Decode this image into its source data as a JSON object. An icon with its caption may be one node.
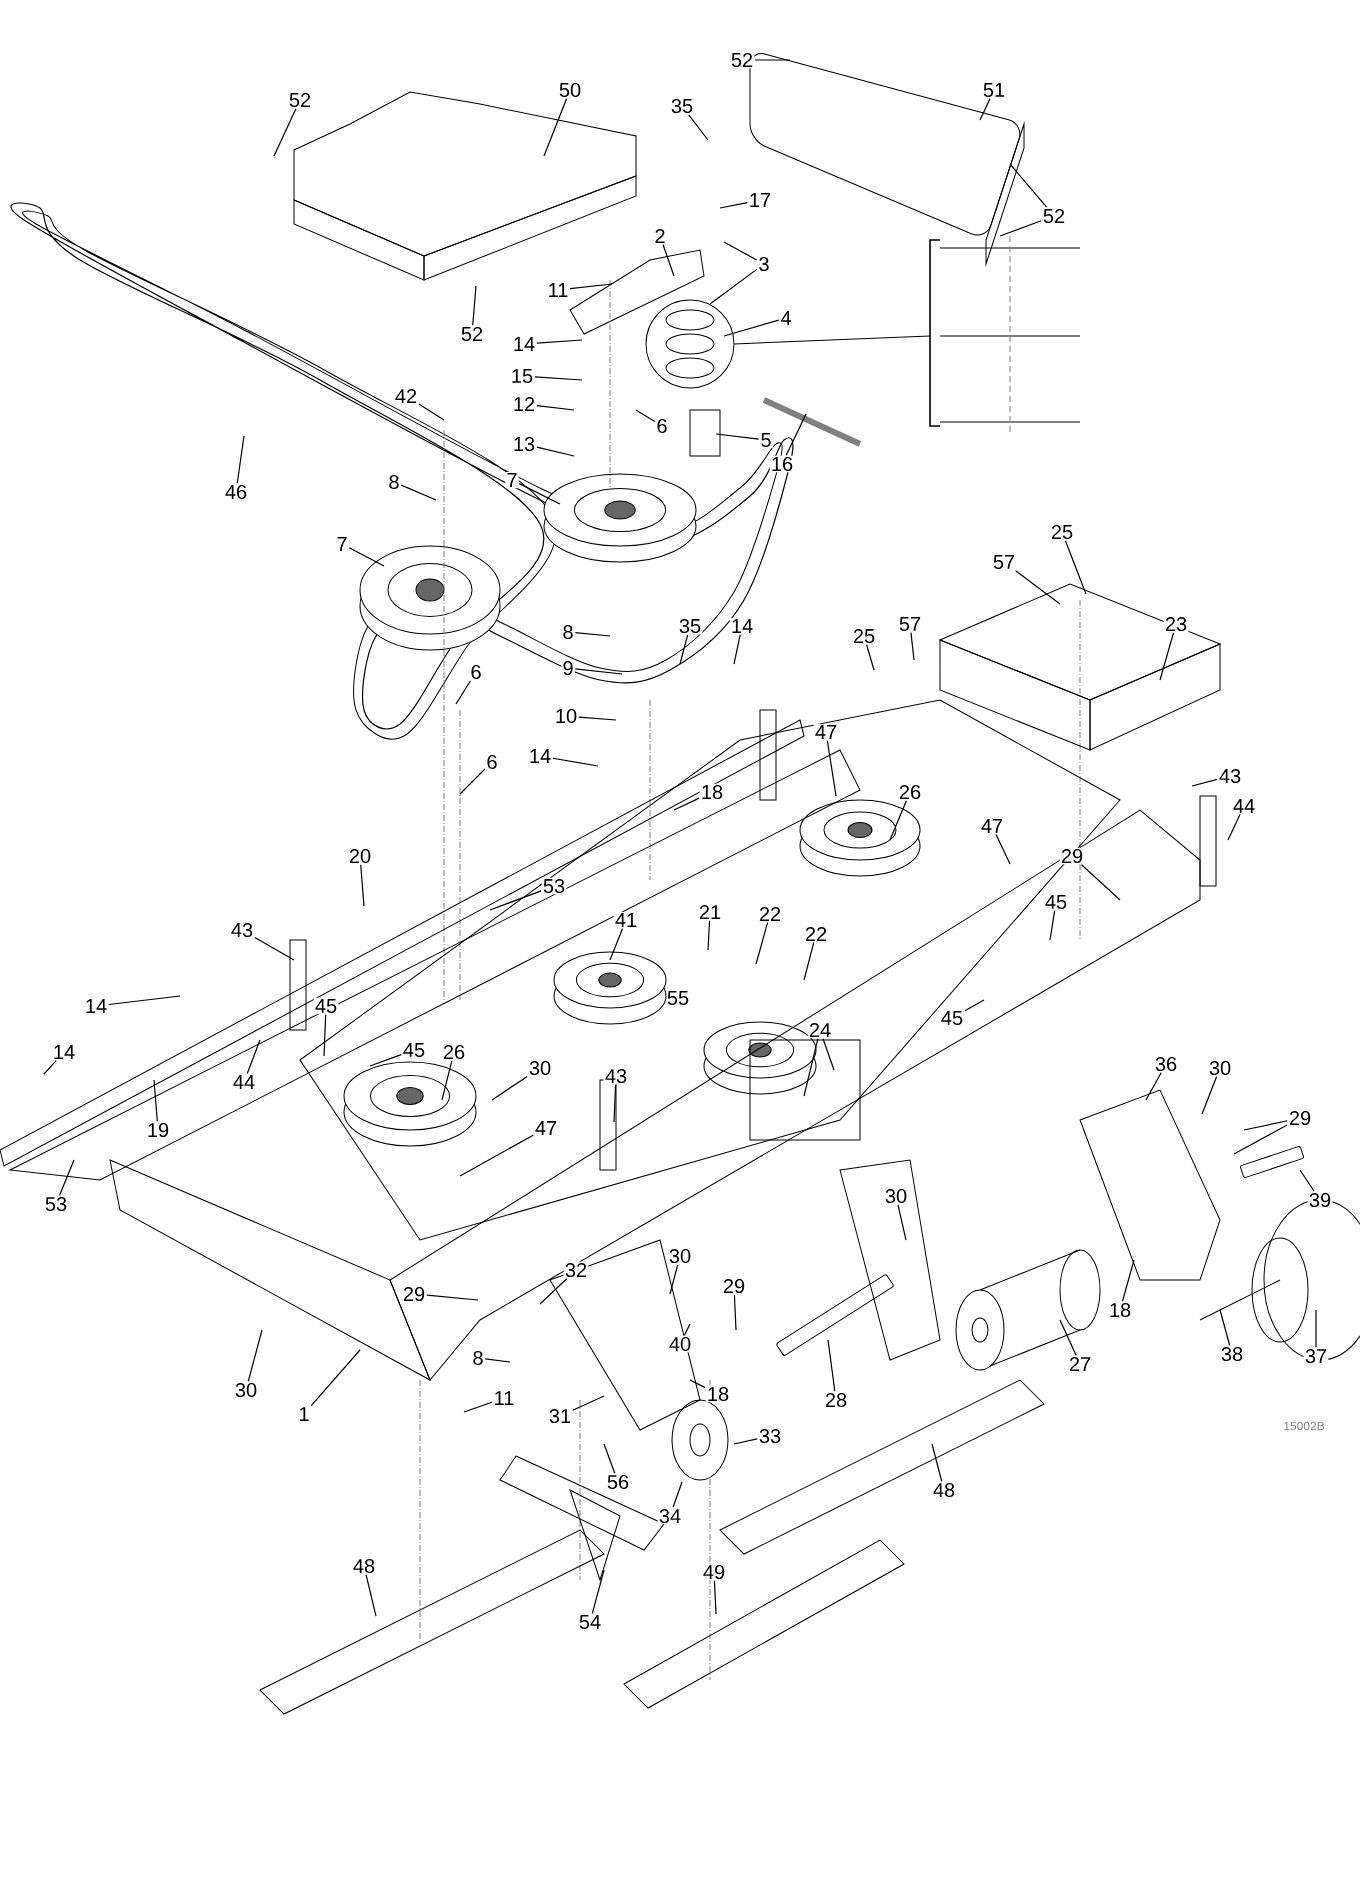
{
  "diagram": {
    "nodes": [
      {
        "text": [
          "52"
        ]
      },
      {
        "text": [
          "50"
        ]
      },
      {
        "text": [
          "52"
        ]
      },
      {
        "text": [
          "52"
        ]
      },
      {
        "text": [
          "51"
        ]
      },
      {
        "text": [
          "52"
        ]
      },
      {
        "text": [
          "35"
        ]
      },
      {
        "text": [
          "17"
        ]
      },
      {
        "text": [
          "3"
        ]
      },
      {
        "text": [
          "2"
        ]
      },
      {
        "text": [
          "11"
        ]
      },
      {
        "text": [
          "4"
        ]
      },
      {
        "text": [
          "14"
        ]
      },
      {
        "text": [
          "15"
        ]
      },
      {
        "text": [
          "12"
        ]
      },
      {
        "text": [
          "6"
        ]
      },
      {
        "text": [
          "13"
        ]
      },
      {
        "text": [
          "5"
        ]
      },
      {
        "text": [
          "16"
        ]
      },
      {
        "text": [
          "42"
        ]
      },
      {
        "text": [
          "46"
        ]
      },
      {
        "text": [
          "8"
        ]
      },
      {
        "text": [
          "7"
        ]
      },
      {
        "text": [
          "7"
        ]
      },
      {
        "text": [
          "25"
        ]
      },
      {
        "text": [
          "57"
        ]
      },
      {
        "text": [
          "8"
        ]
      },
      {
        "text": [
          "35"
        ]
      },
      {
        "text": [
          "14"
        ]
      },
      {
        "text": [
          "25"
        ]
      },
      {
        "text": [
          "57"
        ]
      },
      {
        "text": [
          "23"
        ]
      },
      {
        "text": [
          "9"
        ]
      },
      {
        "text": [
          "6"
        ]
      },
      {
        "text": [
          "10"
        ]
      },
      {
        "text": [
          "6"
        ]
      },
      {
        "text": [
          "14"
        ]
      },
      {
        "text": [
          "47"
        ]
      },
      {
        "text": [
          "18"
        ]
      },
      {
        "text": [
          "26"
        ]
      },
      {
        "text": [
          "43"
        ]
      },
      {
        "text": [
          "44"
        ]
      },
      {
        "text": [
          "47"
        ]
      },
      {
        "text": [
          "20"
        ]
      },
      {
        "text": [
          "53"
        ]
      },
      {
        "text": [
          "29"
        ]
      },
      {
        "text": [
          "41"
        ]
      },
      {
        "text": [
          "21"
        ]
      },
      {
        "text": [
          "22"
        ]
      },
      {
        "text": [
          "22"
        ]
      },
      {
        "text": [
          "45"
        ]
      },
      {
        "text": [
          "43"
        ]
      },
      {
        "text": [
          "14"
        ]
      },
      {
        "text": [
          "45"
        ]
      },
      {
        "text": [
          "14"
        ]
      },
      {
        "text": [
          "45"
        ]
      },
      {
        "text": [
          "26"
        ]
      },
      {
        "text": [
          "24"
        ]
      },
      {
        "text": [
          "45"
        ]
      },
      {
        "text": [
          "30"
        ]
      },
      {
        "text": [
          "44"
        ]
      },
      {
        "text": [
          "19"
        ]
      },
      {
        "text": [
          "47"
        ]
      },
      {
        "text": [
          "43"
        ]
      },
      {
        "text": [
          "36"
        ]
      },
      {
        "text": [
          "30"
        ]
      },
      {
        "text": [
          "29"
        ]
      },
      {
        "text": [
          "53"
        ]
      },
      {
        "text": [
          "39"
        ]
      },
      {
        "text": [
          "30"
        ]
      },
      {
        "text": [
          "29"
        ]
      },
      {
        "text": [
          "32"
        ]
      },
      {
        "text": [
          "30"
        ]
      },
      {
        "text": [
          "29"
        ]
      },
      {
        "text": [
          "8"
        ]
      },
      {
        "text": [
          "40"
        ]
      },
      {
        "text": [
          "18"
        ]
      },
      {
        "text": [
          "30"
        ]
      },
      {
        "text": [
          "1"
        ]
      },
      {
        "text": [
          "11"
        ]
      },
      {
        "text": [
          "28"
        ]
      },
      {
        "text": [
          "27"
        ]
      },
      {
        "text": [
          "18"
        ]
      },
      {
        "text": [
          "38"
        ]
      },
      {
        "text": [
          "37"
        ]
      },
      {
        "text": [
          "31"
        ]
      },
      {
        "text": [
          "33"
        ]
      },
      {
        "text": [
          "56"
        ]
      },
      {
        "text": [
          "34"
        ]
      },
      {
        "text": [
          "48"
        ]
      },
      {
        "text": [
          "48"
        ]
      },
      {
        "text": [
          "54"
        ]
      },
      {
        "text": [
          "49"
        ]
      }
    ],
    "edges": [
      {
        "from": 0,
        "to": null,
        "arrow": "none"
      },
      {
        "from": 1,
        "to": null,
        "arrow": "none"
      },
      {
        "from": 2,
        "to": null,
        "arrow": "none"
      },
      {
        "from": 3,
        "to": null,
        "arrow": "none"
      },
      {
        "from": 4,
        "to": null,
        "arrow": "none"
      },
      {
        "from": 5,
        "to": null,
        "arrow": "none"
      },
      {
        "from": 5,
        "to": null,
        "arrow": "none"
      },
      {
        "from": 6,
        "to": null,
        "arrow": "none"
      },
      {
        "from": 7,
        "to": null,
        "arrow": "none"
      },
      {
        "from": 8,
        "to": null,
        "arrow": "none"
      },
      {
        "from": 8,
        "to": null,
        "arrow": "none"
      },
      {
        "from": 9,
        "to": null,
        "arrow": "none"
      },
      {
        "from": 10,
        "to": null,
        "arrow": "none"
      },
      {
        "from": 11,
        "to": null,
        "arrow": "none"
      },
      {
        "from": 12,
        "to": null,
        "arrow": "none"
      },
      {
        "from": 13,
        "to": null,
        "arrow": "none"
      },
      {
        "from": 14,
        "to": null,
        "arrow": "none"
      },
      {
        "from": 15,
        "to": null,
        "arrow": "none"
      },
      {
        "from": 16,
        "to": null,
        "arrow": "none"
      },
      {
        "from": 17,
        "to": null,
        "arrow": "none"
      },
      {
        "from": 18,
        "to": null,
        "arrow": "none"
      },
      {
        "from": 19,
        "to": null,
        "arrow": "none"
      },
      {
        "from": 20,
        "to": null,
        "arrow": "none"
      },
      {
        "from": 21,
        "to": null,
        "arrow": "none"
      },
      {
        "from": 22,
        "to": null,
        "arrow": "none"
      },
      {
        "from": 23,
        "to": null,
        "arrow": "none"
      },
      {
        "from": 24,
        "to": null,
        "arrow": "none"
      },
      {
        "from": 25,
        "to": null,
        "arrow": "none"
      },
      {
        "from": 26,
        "to": null,
        "arrow": "none"
      },
      {
        "from": 27,
        "to": null,
        "arrow": "none"
      },
      {
        "from": 28,
        "to": null,
        "arrow": "none"
      },
      {
        "from": 29,
        "to": null,
        "arrow": "none"
      },
      {
        "from": 30,
        "to": null,
        "arrow": "none"
      },
      {
        "from": 31,
        "to": null,
        "arrow": "none"
      },
      {
        "from": 32,
        "to": null,
        "arrow": "none"
      },
      {
        "from": 33,
        "to": null,
        "arrow": "none"
      },
      {
        "from": 34,
        "to": null,
        "arrow": "none"
      },
      {
        "from": 35,
        "to": null,
        "arrow": "none"
      },
      {
        "from": 36,
        "to": null,
        "arrow": "none"
      },
      {
        "from": 37,
        "to": null,
        "arrow": "none"
      },
      {
        "from": 38,
        "to": null,
        "arrow": "none"
      },
      {
        "from": 39,
        "to": null,
        "arrow": "none"
      },
      {
        "from": 40,
        "to": null,
        "arrow": "none"
      },
      {
        "from": 41,
        "to": null,
        "arrow": "none"
      },
      {
        "from": 42,
        "to": null,
        "arrow": "none"
      },
      {
        "from": 43,
        "to": null,
        "arrow": "none"
      },
      {
        "from": 44,
        "to": null,
        "arrow": "none"
      },
      {
        "from": 45,
        "to": null,
        "arrow": "none"
      },
      {
        "from": 46,
        "to": null,
        "arrow": "none"
      },
      {
        "from": 47,
        "to": null,
        "arrow": "none"
      },
      {
        "from": 48,
        "to": null,
        "arrow": "none"
      },
      {
        "from": 49,
        "to": null,
        "arrow": "none"
      },
      {
        "from": 50,
        "to": null,
        "arrow": "none"
      },
      {
        "from": 51,
        "to": null,
        "arrow": "none"
      },
      {
        "from": 52,
        "to": null,
        "arrow": "none"
      },
      {
        "from": 53,
        "to": null,
        "arrow": "none"
      },
      {
        "from": 54,
        "to": null,
        "arrow": "none"
      },
      {
        "from": 55,
        "to": null,
        "arrow": "none"
      },
      {
        "from": 56,
        "to": null,
        "arrow": "none"
      },
      {
        "from": 57,
        "to": null,
        "arrow": "none"
      },
      {
        "from": 57,
        "to": null,
        "arrow": "none"
      },
      {
        "from": 58,
        "to": null,
        "arrow": "none"
      },
      {
        "from": 59,
        "to": null,
        "arrow": "none"
      },
      {
        "from": 60,
        "to": null,
        "arrow": "none"
      },
      {
        "from": 61,
        "to": null,
        "arrow": "none"
      },
      {
        "from": 62,
        "to": null,
        "arrow": "none"
      },
      {
        "from": 63,
        "to": null,
        "arrow": "none"
      },
      {
        "from": 64,
        "to": null,
        "arrow": "none"
      },
      {
        "from": 65,
        "to": null,
        "arrow": "none"
      },
      {
        "from": 66,
        "to": null,
        "arrow": "none"
      },
      {
        "from": 66,
        "to": null,
        "arrow": "none"
      },
      {
        "from": 67,
        "to": null,
        "arrow": "none"
      },
      {
        "from": 68,
        "to": null,
        "arrow": "none"
      },
      {
        "from": 69,
        "to": null,
        "arrow": "none"
      },
      {
        "from": 70,
        "to": null,
        "arrow": "none"
      },
      {
        "from": 71,
        "to": null,
        "arrow": "none"
      },
      {
        "from": 72,
        "to": null,
        "arrow": "none"
      },
      {
        "from": 73,
        "to": null,
        "arrow": "none"
      },
      {
        "from": 74,
        "to": null,
        "arrow": "none"
      },
      {
        "from": 75,
        "to": null,
        "arrow": "none"
      },
      {
        "from": 76,
        "to": null,
        "arrow": "none"
      },
      {
        "from": 77,
        "to": null,
        "arrow": "none"
      },
      {
        "from": 78,
        "to": null,
        "arrow": "none"
      },
      {
        "from": 79,
        "to": null,
        "arrow": "none"
      },
      {
        "from": 80,
        "to": null,
        "arrow": "none"
      },
      {
        "from": 81,
        "to": null,
        "arrow": "none"
      },
      {
        "from": 82,
        "to": null,
        "arrow": "none"
      },
      {
        "from": 83,
        "to": null,
        "arrow": "none"
      },
      {
        "from": 84,
        "to": null,
        "arrow": "none"
      },
      {
        "from": 85,
        "to": null,
        "arrow": "none"
      },
      {
        "from": 86,
        "to": null,
        "arrow": "none"
      },
      {
        "from": 87,
        "to": null,
        "arrow": "none"
      },
      {
        "from": 88,
        "to": null,
        "arrow": "none"
      },
      {
        "from": 89,
        "to": null,
        "arrow": "none"
      },
      {
        "from": 90,
        "to": null,
        "arrow": "none"
      },
      {
        "from": 91,
        "to": null,
        "arrow": "none"
      },
      {
        "from": 92,
        "to": null,
        "arrow": "none"
      }
    ],
    "labels": [
      "55",
      "15002B"
    ]
  }
}
